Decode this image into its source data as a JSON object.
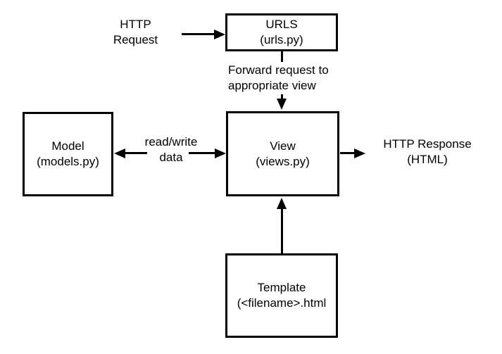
{
  "colors": {
    "stroke": "#000000",
    "background": "#ffffff",
    "text": "#000000"
  },
  "nodes": {
    "urls": {
      "title": "URLS",
      "subtitle": "(urls.py)"
    },
    "model": {
      "title": "Model",
      "subtitle": "(models.py)"
    },
    "view": {
      "title": "View",
      "subtitle": "(views.py)"
    },
    "template": {
      "title": "Template",
      "subtitle": "(<filename>.html"
    }
  },
  "labels": {
    "http_request": {
      "line1": "HTTP",
      "line2": "Request"
    },
    "forward": {
      "line1": "Forward request to",
      "line2": "appropriate view"
    },
    "read_write": {
      "line1": "read/write",
      "line2": "data"
    },
    "http_response": {
      "line1": "HTTP Response",
      "line2": "(HTML)"
    }
  }
}
